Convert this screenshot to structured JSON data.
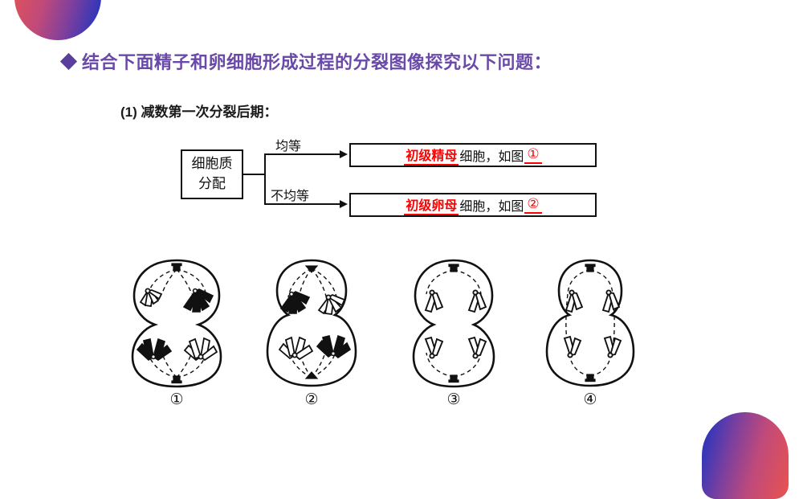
{
  "slide": {
    "title": "结合下面精子和卵细胞形成过程的分裂图像探究以下问题：",
    "title_color": "#6a4aa8",
    "bullet_icon": "diamond-bullet",
    "background_color": "#ffffff"
  },
  "decor": {
    "top_left": {
      "name": "corner-gradient-top-left",
      "gradient_from": "#e8534f",
      "gradient_to": "#1433c4"
    },
    "bottom_right": {
      "name": "corner-gradient-bottom-right",
      "gradient_from": "#e8534f",
      "gradient_to": "#1433c4"
    }
  },
  "question": {
    "number_and_text": "(1) 减数第一次分裂后期："
  },
  "flowchart": {
    "source_line_1": "细胞质",
    "source_line_2": "分配",
    "branches": [
      {
        "arm_label": "均等",
        "answer_blank": "初级精母",
        "middle_text": "细胞，如图",
        "figure_ref": "①"
      },
      {
        "arm_label": "不均等",
        "answer_blank": "初级卵母",
        "middle_text": "细胞，如图",
        "figure_ref": "②"
      }
    ],
    "answer_color": "#ff0000"
  },
  "cell_diagrams": [
    {
      "label": "①",
      "name": "cell-diagram-1",
      "shape": "equal-lobes",
      "chromosome_fill": "mixed-black-and-outline",
      "spindle": "dashed-radiating"
    },
    {
      "label": "②",
      "name": "cell-diagram-2",
      "shape": "unequal-lobes",
      "chromosome_fill": "mixed-black-and-outline",
      "spindle": "dashed-radiating"
    },
    {
      "label": "③",
      "name": "cell-diagram-3",
      "shape": "equal-lobes",
      "chromosome_fill": "outline",
      "spindle": "dashed-arc"
    },
    {
      "label": "④",
      "name": "cell-diagram-4",
      "shape": "unequal-lobes",
      "chromosome_fill": "outline",
      "spindle": "dashed-arc"
    }
  ]
}
